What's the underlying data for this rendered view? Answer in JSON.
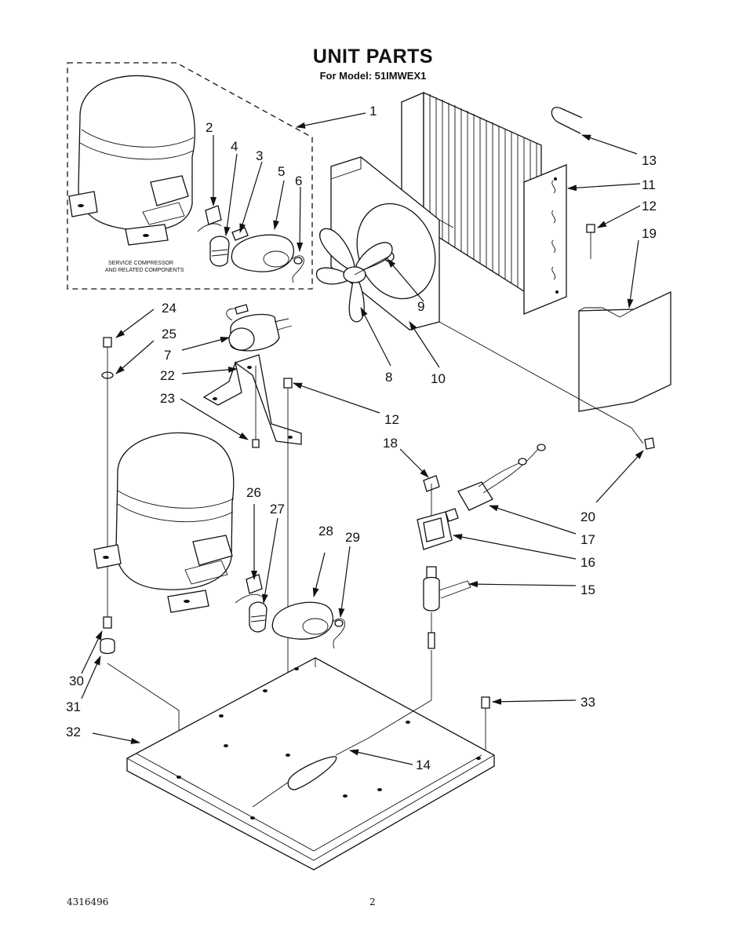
{
  "header": {
    "title": "UNIT PARTS",
    "subtitle": "For Model: 51IMWEX1"
  },
  "inset": {
    "note_line1": "SERVICE COMPRESSOR",
    "note_line2": "AND RELATED COMPONENTS"
  },
  "callouts": {
    "c1": "1",
    "c2": "2",
    "c3": "3",
    "c4": "4",
    "c5": "5",
    "c6": "6",
    "c7": "7",
    "c8": "8",
    "c9": "9",
    "c10": "10",
    "c11": "11",
    "c12a": "12",
    "c12b": "12",
    "c13": "13",
    "c14": "14",
    "c15": "15",
    "c16": "16",
    "c17": "17",
    "c18": "18",
    "c19": "19",
    "c20": "20",
    "c22": "22",
    "c23": "23",
    "c24": "24",
    "c25": "25",
    "c26": "26",
    "c27": "27",
    "c28": "28",
    "c29": "29",
    "c30": "30",
    "c31": "31",
    "c32": "32",
    "c33": "33"
  },
  "footer": {
    "doc_number": "4316496",
    "page_number": "2"
  }
}
